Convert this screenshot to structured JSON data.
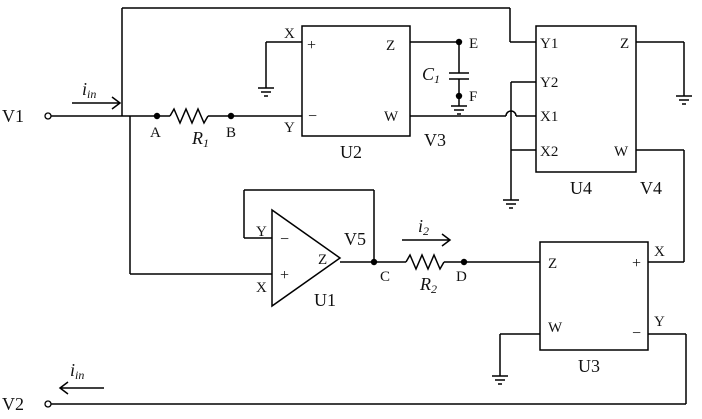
{
  "terminals": {
    "v1": "V1",
    "v2": "V2"
  },
  "currents": {
    "iin_top": {
      "main": "i",
      "sub": "in"
    },
    "iin_bottom": {
      "main": "i",
      "sub": "in"
    },
    "i2": {
      "main": "i",
      "sub": "2"
    }
  },
  "nodes": {
    "a": "A",
    "b": "B",
    "c": "C",
    "d": "D",
    "e": "E",
    "f": "F"
  },
  "components": {
    "r1": {
      "main": "R",
      "sub": "1"
    },
    "r2": {
      "main": "R",
      "sub": "2"
    },
    "c1": {
      "main": "C",
      "sub": "1"
    }
  },
  "u2": {
    "name": "U2",
    "x": "X",
    "y": "Y",
    "z": "Z",
    "w": "W",
    "plus": "+",
    "minus": "−"
  },
  "u4": {
    "name": "U4",
    "y1": "Y1",
    "y2": "Y2",
    "x1": "X1",
    "x2": "X2",
    "z": "Z",
    "w": "W"
  },
  "u3": {
    "name": "U3",
    "z": "Z",
    "w": "W",
    "x": "X",
    "y": "Y",
    "plus": "+",
    "minus": "−"
  },
  "u1": {
    "name": "U1",
    "y": "Y",
    "x": "X",
    "z": "Z",
    "plus": "+",
    "minus": "−"
  },
  "voltages": {
    "v3": "V3",
    "v4": "V4",
    "v5": "V5"
  }
}
